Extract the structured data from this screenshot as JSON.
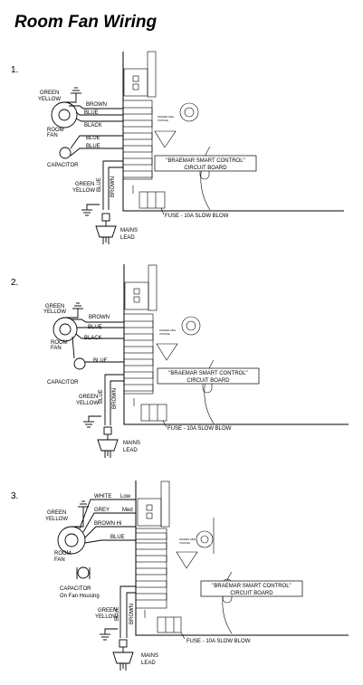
{
  "title": "Room Fan Wiring",
  "diagrams": [
    {
      "number": "1.",
      "labels": {
        "green_yellow_1": "GREEN",
        "green_yellow_2": "YELLOW",
        "room_fan_1": "ROOM",
        "room_fan_2": "FAN",
        "capacitor": "CAPACITOR",
        "brown": "BROWN",
        "blue_1": "BLUE",
        "black": "BLACK",
        "blue_2": "BLUE",
        "blue_3": "BLUE",
        "lead_green_1": "GREEN",
        "lead_green_2": "YELLOW",
        "lead_blue": "BLUE",
        "lead_brown": "BROWN",
        "mains_1": "MAINS",
        "mains_2": "LEAD",
        "board_1": "\"BRAEMAR SMART CONTROL\"",
        "board_2": "CIRCUIT BOARD",
        "fuse": "FUSE - 10A SLOW BLOW"
      }
    },
    {
      "number": "2.",
      "labels": {
        "green_yellow_1": "GREEN",
        "green_yellow_2": "YELLOW",
        "room_fan_1": "ROOM",
        "room_fan_2": "FAN",
        "capacitor": "CAPACITOR",
        "brown": "BROWN",
        "blue_1": "BLUE",
        "black": "BLACK",
        "blue_2": "BLUE",
        "lead_green_1": "GREEN",
        "lead_green_2": "YELLOW",
        "lead_blue": "BLUE",
        "lead_brown": "BROWN",
        "mains_1": "MAINS",
        "mains_2": "LEAD",
        "board_1": "\"BRAEMAR SMART CONTROL\"",
        "board_2": "CIRCUIT BOARD",
        "fuse": "FUSE - 10A SLOW BLOW"
      }
    },
    {
      "number": "3.",
      "labels": {
        "green_yellow_1": "GREEN",
        "green_yellow_2": "YELLOW",
        "white": "WHITE",
        "low": "Low",
        "grey": "GREY",
        "med": "Med",
        "brown_hi": "BROWN Hi",
        "blue": "BLUE",
        "room_fan_1": "ROOM",
        "room_fan_2": "FAN",
        "capacitor_1": "CAPACITOR",
        "capacitor_2": "On Fan Housing",
        "lead_green_1": "GREEN",
        "lead_green_2": "YELLOW",
        "lead_blue": "BLUE",
        "lead_brown": "BROWN",
        "mains_1": "MAINS",
        "mains_2": "LEAD",
        "board_1": "\"BRAEMAR SMART CONTROL\"",
        "board_2": "CIRCUIT BOARD",
        "fuse": "FUSE - 10A SLOW BLOW"
      }
    }
  ]
}
